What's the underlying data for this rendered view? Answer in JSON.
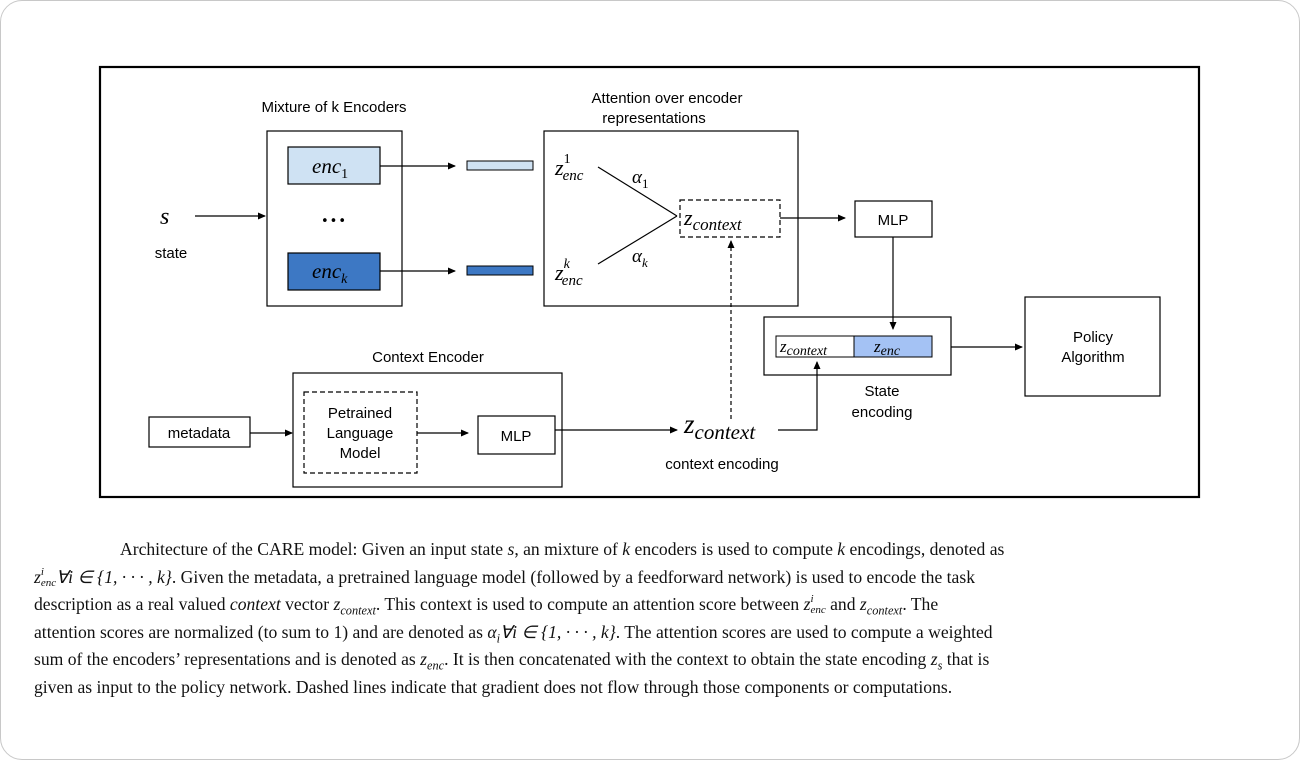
{
  "diagram": {
    "mixture_title": "Mixture of k Encoders",
    "attention_title_line1": "Attention over encoder",
    "attention_title_line2": "representations",
    "enc1": {
      "base": "enc",
      "sub": "1"
    },
    "enck": {
      "base": "enc",
      "sub": "k"
    },
    "ellipsis": "•••",
    "state_symbol": "s",
    "state_label": "state",
    "z_enc_1": {
      "base": "z",
      "sup": "1",
      "sub": "enc"
    },
    "z_enc_k": {
      "base": "z",
      "sup": "k",
      "sub": "enc"
    },
    "alpha_1": {
      "base": "α",
      "sub": "1"
    },
    "alpha_k": {
      "base": "α",
      "sub": "k"
    },
    "z_context": {
      "base": "z",
      "sub": "context"
    },
    "z_enc": {
      "base": "z",
      "sub": "enc"
    },
    "mlp_top": "MLP",
    "mlp_bottom": "MLP",
    "context_encoder_title": "Context Encoder",
    "metadata": "metadata",
    "lm_line1": "Petrained",
    "lm_line2": "Language",
    "lm_line3": "Model",
    "context_encoding_label": "context encoding",
    "state_encoding_line1": "State",
    "state_encoding_line2": "encoding",
    "policy_line1": "Policy",
    "policy_line2": "Algorithm",
    "colors": {
      "enc1_fill": "#cfe2f3",
      "enck_fill": "#3d78c4",
      "zenc_fill": "#a4c2f4",
      "bar1_fill": "#cfe2f3",
      "bark_fill": "#3d78c4"
    }
  },
  "caption": {
    "l1_a": "Architecture of the CARE model: Given an input state ",
    "l1_s": "s",
    "l1_b": ", an mixture of ",
    "l1_k": "k",
    "l1_c": " encoders is used to compute ",
    "l1_k2": "k",
    "l1_d": " encodings, denoted as",
    "l2_z": "z",
    "l2_sub": "enc",
    "l2_sup": "i",
    "l2_a": "∀i ∈ {1, · · · , k}",
    "l2_b": ". Given the metadata, a pretrained language model (followed by a feedforward network) is used to encode the task",
    "l3_a": "description as a real valued ",
    "l3_context": "context",
    "l3_b": " vector ",
    "l3_z": "z",
    "l3_sub": "context",
    "l3_c": ". This context is used to compute an attention score between ",
    "l3_z2": "z",
    "l3_sub2": "enc",
    "l3_sup2": "i",
    "l3_d": " and ",
    "l3_z3": "z",
    "l3_sub3": "context",
    "l3_e": ". The",
    "l4_a": "attention scores are normalized (to sum to 1) and are denoted as ",
    "l4_alpha": "α",
    "l4_sub": "i",
    "l4_b": "∀i ∈ {1, · · · , k}",
    "l4_c": ". The attention scores are used to compute a weighted",
    "l5_a": "sum of the encoders’ representations and is denoted as ",
    "l5_z": "z",
    "l5_sub": "enc",
    "l5_b": ". It is then concatenated with the context to obtain the state encoding ",
    "l5_z2": "z",
    "l5_sub2": "s",
    "l5_c": " that is",
    "l6": "given as input to the policy network. Dashed lines indicate that gradient does not flow through those components or computations."
  }
}
